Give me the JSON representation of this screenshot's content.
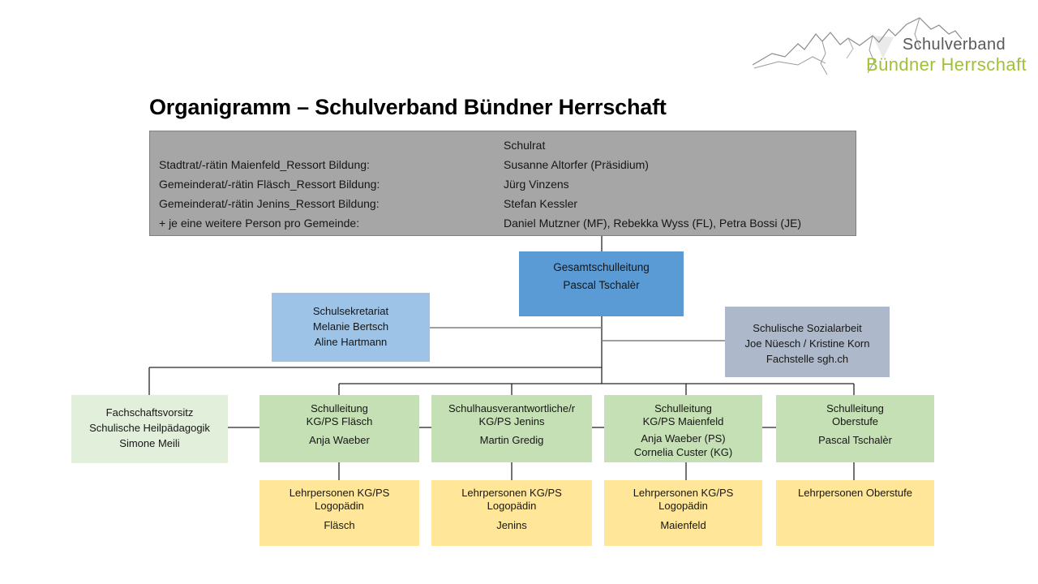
{
  "logo": {
    "icon": "mountain-sketch",
    "org_line1": "Schulverband",
    "org_line2": "Bündner Herrschaft"
  },
  "title": "Organigramm – Schulverband Bündner Herrschaft",
  "org": {
    "schulrat": {
      "rows": [
        {
          "label": "",
          "value": "Schulrat"
        },
        {
          "label": "Stadtrat/-rätin Maienfeld_Ressort Bildung:",
          "value": "Susanne Altorfer (Präsidium)"
        },
        {
          "label": "Gemeinderat/-rätin Fläsch_Ressort Bildung:",
          "value": "Jürg Vinzens"
        },
        {
          "label": "Gemeinderat/-rätin Jenins_Ressort Bildung:",
          "value": "Stefan Kessler"
        },
        {
          "label": "+ je eine weitere Person pro Gemeinde:",
          "value": "Daniel Mutzner (MF), Rebekka Wyss (FL), Petra Bossi (JE)"
        }
      ]
    },
    "gesamtschulleitung": {
      "lines": [
        "Gesamtschulleitung",
        "Pascal Tschalèr"
      ]
    },
    "schulsekretariat": {
      "lines": [
        "Schulsekretariat",
        "Melanie Bertsch",
        "Aline Hartmann"
      ]
    },
    "sozialarbeit": {
      "lines": [
        "Schulische Sozialarbeit",
        "Joe Nüesch / Kristine Korn",
        "Fachstelle sgh.ch"
      ]
    },
    "fachschaftsvorsitz": {
      "lines": [
        "Fachschaftsvorsitz",
        "Schulische Heilpädagogik",
        "Simone Meili"
      ]
    },
    "leadership": [
      {
        "role_lines": [
          "Schulleitung",
          "KG/PS Fläsch"
        ],
        "person_lines": [
          "Anja Waeber"
        ]
      },
      {
        "role_lines": [
          "Schulhausverantwortliche/r",
          "KG/PS Jenins"
        ],
        "person_lines": [
          "Martin Gredig"
        ]
      },
      {
        "role_lines": [
          "Schulleitung",
          "KG/PS Maienfeld"
        ],
        "person_lines": [
          "Anja Waeber (PS)",
          "Cornelia Custer (KG)"
        ]
      },
      {
        "role_lines": [
          "Schulleitung",
          "Oberstufe"
        ],
        "person_lines": [
          "Pascal Tschalèr"
        ]
      }
    ],
    "teachers": [
      {
        "lines": [
          "Lehrpersonen KG/PS",
          "Logopädin"
        ],
        "site": "Fläsch"
      },
      {
        "lines": [
          "Lehrpersonen KG/PS",
          "Logopädin"
        ],
        "site": "Jenins"
      },
      {
        "lines": [
          "Lehrpersonen KG/PS",
          "Logopädin"
        ],
        "site": "Maienfeld"
      },
      {
        "lines": [
          "Lehrpersonen Oberstufe"
        ],
        "site": ""
      }
    ]
  },
  "colors": {
    "schulrat_fill": "#A6A6A6",
    "schulrat_border": "#7F7F7F",
    "gesamtschulleitung_fill": "#5B9BD5",
    "schulsekretariat_fill": "#9DC3E6",
    "sozialarbeit_fill": "#ADB9CA",
    "fachschaft_fill": "#E2EFDA",
    "leadership_fill": "#C5E0B4",
    "teachers_fill": "#FFE699",
    "logo_gray": "#595959",
    "logo_green": "#A2C037",
    "line_black": "#262626",
    "line_gray": "#7F7F7F"
  }
}
